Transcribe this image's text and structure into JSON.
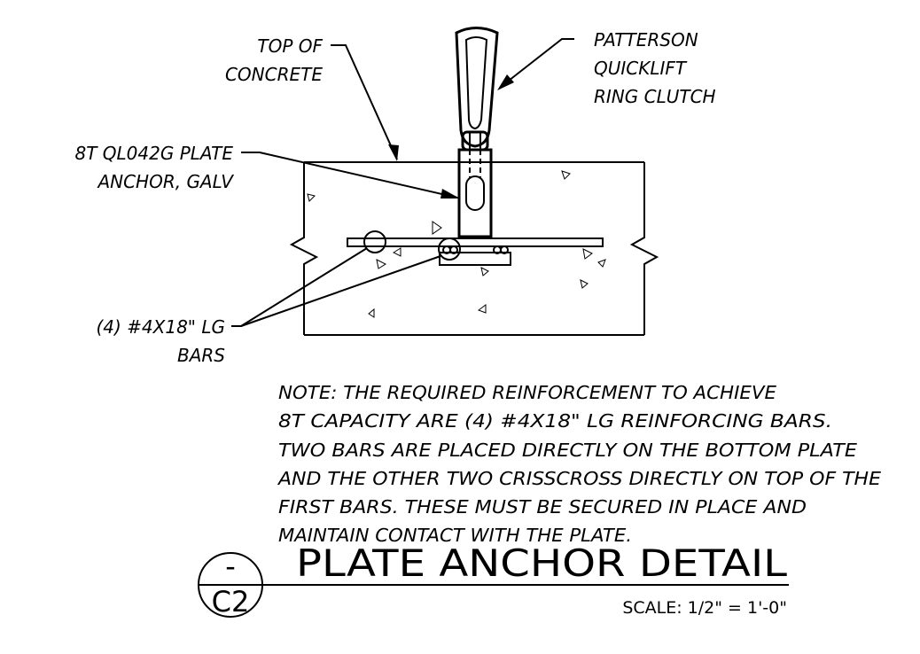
{
  "labels": {
    "top_of_concrete": [
      "TOP OF",
      "CONCRETE"
    ],
    "ring_clutch": [
      "PATTERSON",
      "QUICKLIFT",
      "RING CLUTCH"
    ],
    "plate_anchor": [
      "8T QL042G PLATE",
      "ANCHOR, GALV"
    ],
    "bars": [
      "(4) #4X18\" LG",
      "BARS"
    ]
  },
  "note": [
    "NOTE: THE REQUIRED REINFORCEMENT TO ACHIEVE",
    "8T CAPACITY ARE (4) #4X18\" LG REINFORCING BARS.",
    "TWO BARS ARE PLACED DIRECTLY ON THE BOTTOM PLATE",
    "AND THE OTHER TWO CRISSCROSS DIRECTLY ON TOP OF THE",
    "FIRST BARS. THESE MUST BE SECURED IN PLACE AND",
    "MAINTAIN CONTACT WITH THE PLATE."
  ],
  "title_block": {
    "detail_number": "-",
    "sheet": "C2",
    "title": "PLATE ANCHOR DETAIL",
    "scale": "SCALE:  1/2\" = 1'-0\""
  }
}
